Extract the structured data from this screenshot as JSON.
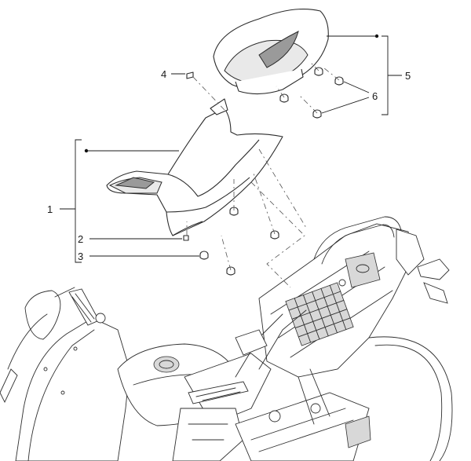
{
  "callouts": [
    {
      "id": "1",
      "text": "1"
    },
    {
      "id": "2",
      "text": "2"
    },
    {
      "id": "3",
      "text": "3"
    },
    {
      "id": "4",
      "text": "4"
    },
    {
      "id": "5",
      "text": "5"
    },
    {
      "id": "6",
      "text": "6"
    }
  ],
  "colors": {
    "line": "#2b2b2b",
    "background": "#ffffff",
    "shade": "#e9e9e9"
  }
}
